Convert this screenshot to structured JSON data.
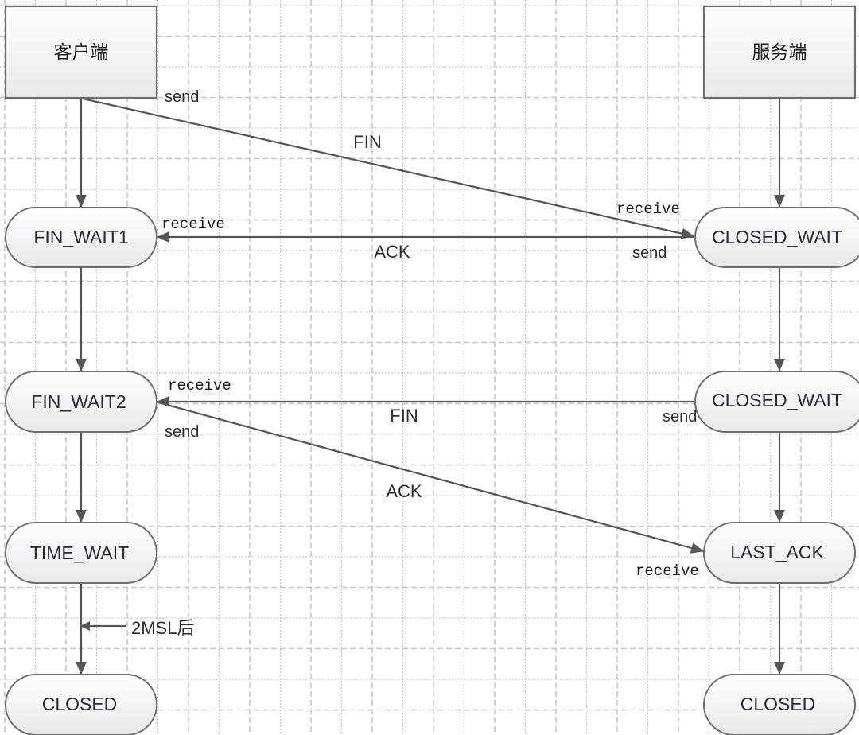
{
  "diagram": {
    "colors": {
      "background": "#ffffff",
      "grid": "#c8c8c8",
      "node_stroke": "#6e6e6e",
      "node_fill_top": "#ffffff",
      "node_fill_bottom": "#ebebeb",
      "edge": "#555555",
      "text": "#2a2a3a"
    },
    "actors": {
      "client": {
        "label": "客户端"
      },
      "server": {
        "label": "服务端"
      }
    },
    "client_states": [
      {
        "id": "c1",
        "label": "FIN_WAIT1"
      },
      {
        "id": "c2",
        "label": "FIN_WAIT2"
      },
      {
        "id": "c3",
        "label": "TIME_WAIT"
      },
      {
        "id": "c4",
        "label": "CLOSED"
      }
    ],
    "server_states": [
      {
        "id": "s1",
        "label": "CLOSED_WAIT"
      },
      {
        "id": "s2",
        "label": "CLOSED_WAIT"
      },
      {
        "id": "s3",
        "label": "LAST_ACK"
      },
      {
        "id": "s4",
        "label": "CLOSED"
      }
    ],
    "messages": [
      {
        "label": "FIN",
        "from": "client",
        "to": "s1",
        "send_label": "send",
        "receive_label": "receive"
      },
      {
        "label": "ACK",
        "from": "s1",
        "to": "c1",
        "send_label": "send",
        "receive_label": "receive"
      },
      {
        "label": "FIN",
        "from": "s2",
        "to": "c2",
        "send_label": "send",
        "receive_label": "receive"
      },
      {
        "label": "ACK",
        "from": "c2",
        "to": "s3",
        "send_label": "send",
        "receive_label": "receive"
      }
    ],
    "timer_note": {
      "label": "2MSL后"
    }
  }
}
